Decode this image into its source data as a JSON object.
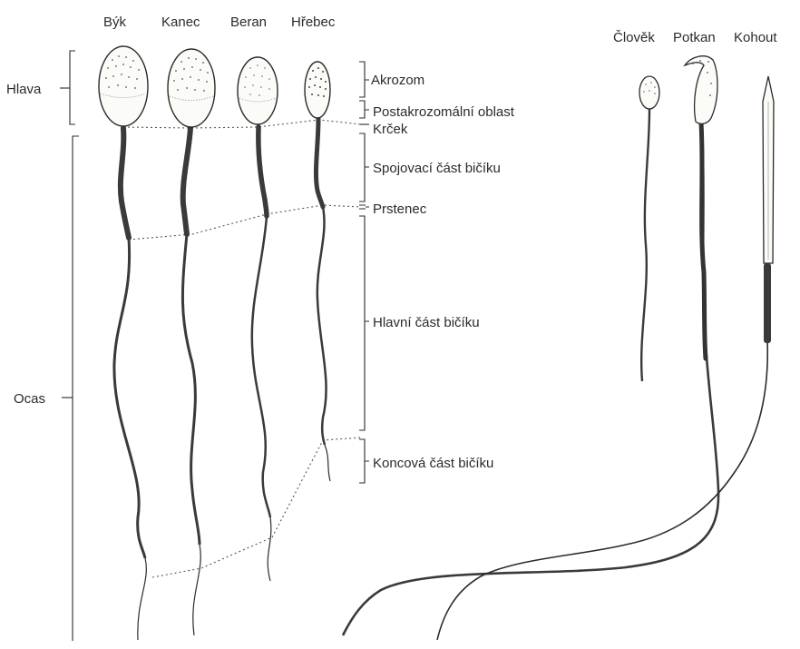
{
  "species": {
    "byk": "Býk",
    "kanec": "Kanec",
    "beran": "Beran",
    "hrebec": "Hřebec",
    "clovek": "Člověk",
    "potkan": "Potkan",
    "kohout": "Kohout"
  },
  "regions": {
    "hlava": "Hlava",
    "ocas": "Ocas"
  },
  "parts": {
    "akrozom": "Akrozom",
    "postakrozomalni": "Postakrozomální oblast",
    "krcek": "Krček",
    "spojovaci": "Spojovací část bičíku",
    "prstenec": "Prstenec",
    "hlavni": "Hlavní část bičíku",
    "koncova": "Koncová část bičíku"
  },
  "colors": {
    "ink": "#2b2b2b",
    "midpiece": "#3a3a3a",
    "head_fill": "#fbfbf7",
    "dots": "#555555"
  }
}
